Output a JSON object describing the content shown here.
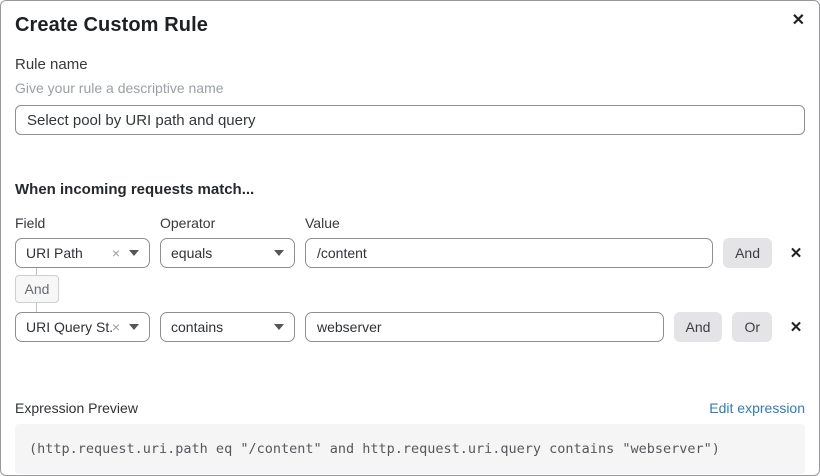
{
  "dialog": {
    "title": "Create Custom Rule"
  },
  "icons": {
    "close": "✕",
    "clear": "×"
  },
  "rule_name": {
    "label": "Rule name",
    "hint": "Give your rule a descriptive name",
    "value": "Select pool by URI path and query"
  },
  "matcher": {
    "heading": "When incoming requests match...",
    "column_headers": [
      "Field",
      "Operator",
      "Value"
    ],
    "connector_label": "And",
    "rows": [
      {
        "field": "URI Path",
        "operator": "equals",
        "value": "/content",
        "buttons": [
          "And"
        ]
      },
      {
        "field": "URI Query St...",
        "operator": "contains",
        "value": "webserver",
        "buttons": [
          "And",
          "Or"
        ]
      }
    ]
  },
  "expression": {
    "label": "Expression Preview",
    "edit_link": "Edit expression",
    "code": "(http.request.uri.path eq \"/content\" and http.request.uri.query contains \"webserver\")"
  },
  "colors": {
    "link_blue": "#2f7bbf",
    "button_gray": "#e4e4e6",
    "code_background": "#f5f5f6",
    "border_gray": "#8c8e90"
  }
}
